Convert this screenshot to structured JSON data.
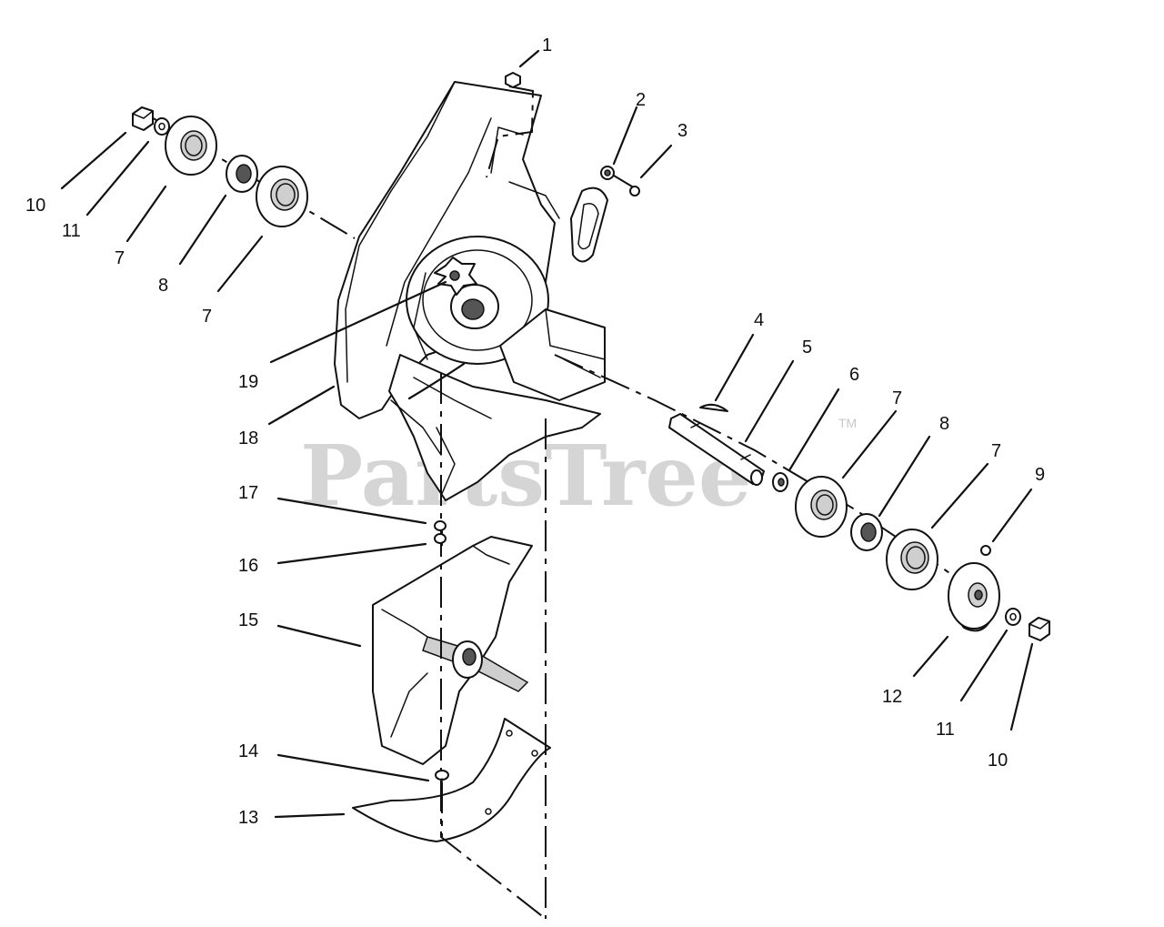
{
  "watermark": {
    "brand": "PartsTree",
    "trademark": "TM"
  },
  "callouts": [
    {
      "label": "1"
    },
    {
      "label": "2"
    },
    {
      "label": "3"
    },
    {
      "label": "4"
    },
    {
      "label": "5"
    },
    {
      "label": "6"
    },
    {
      "label": "7"
    },
    {
      "label": "8"
    },
    {
      "label": "7"
    },
    {
      "label": "9"
    },
    {
      "label": "10"
    },
    {
      "label": "11"
    },
    {
      "label": "7"
    },
    {
      "label": "8"
    },
    {
      "label": "7"
    },
    {
      "label": "19"
    },
    {
      "label": "18"
    },
    {
      "label": "17"
    },
    {
      "label": "16"
    },
    {
      "label": "15"
    },
    {
      "label": "14"
    },
    {
      "label": "13"
    },
    {
      "label": "12"
    },
    {
      "label": "11"
    },
    {
      "label": "10"
    }
  ]
}
